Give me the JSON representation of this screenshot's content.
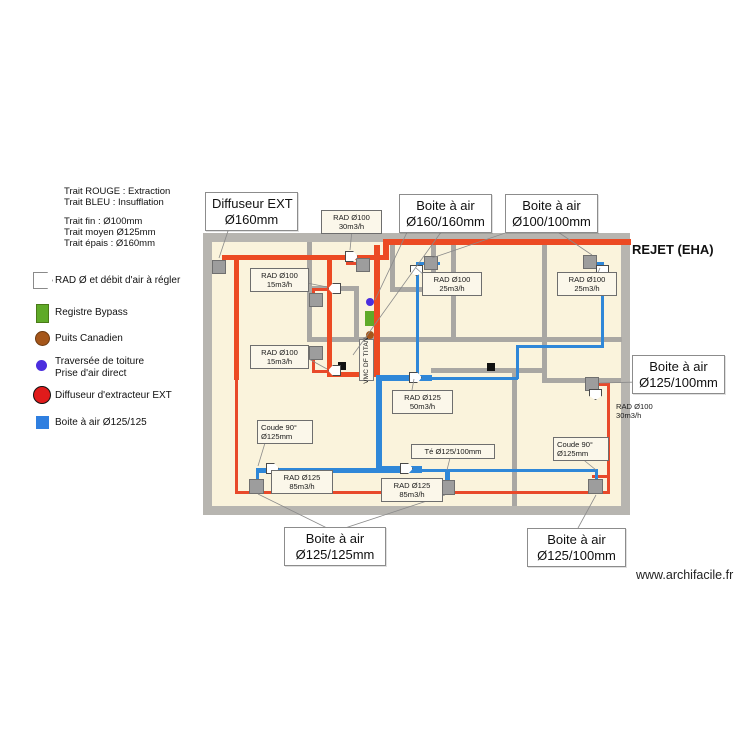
{
  "legend": {
    "line_notes": [
      "Trait ROUGE : Extraction",
      "Trait BLEU : Insufflation"
    ],
    "diameter_notes": [
      "Trait fin : Ø100mm",
      "Trait moyen Ø125mm",
      "Trait épais : Ø160mm"
    ],
    "items": [
      {
        "symbol": "rad-arrow-outline",
        "label": "RAD Ø et débit d'air à régler",
        "color": "#ffffff"
      },
      {
        "symbol": "green-rectangle",
        "label": "Registre Bypass",
        "color": "#5faa28"
      },
      {
        "symbol": "brown-circle",
        "label": "Puits Canadien",
        "color": "#a5561a"
      },
      {
        "symbol": "violet-circle",
        "label": "Traversée de toiture\nPrise d'air direct",
        "color": "#4b2ede"
      },
      {
        "symbol": "red-circle",
        "label": "Diffuseur d'extracteur EXT",
        "color": "#e01b1b"
      },
      {
        "symbol": "blue-square",
        "label": "Boite à air Ø125/125",
        "color": "#2f7fe0"
      }
    ]
  },
  "callouts": [
    {
      "id": "diffuseur-ext",
      "text": "Diffuseur EXT\nØ160mm"
    },
    {
      "id": "boite-160-160",
      "text": "Boite à air\nØ160/160mm"
    },
    {
      "id": "boite-100-100",
      "text": "Boite à air\nØ100/100mm"
    },
    {
      "id": "boite-125-100-r",
      "text": "Boite à air\nØ125/100mm"
    },
    {
      "id": "boite-125-125-b",
      "text": "Boite à air\nØ125/125mm"
    },
    {
      "id": "boite-125-100-b",
      "text": "Boite à air\nØ125/100mm"
    }
  ],
  "plan_labels": [
    {
      "id": "rad-tl-30",
      "text": "RAD Ø100\n30m3/h"
    },
    {
      "id": "rad-l1-15",
      "text": "RAD Ø100\n15m3/h"
    },
    {
      "id": "rad-l2-15",
      "text": "RAD Ø100\n15m3/h"
    },
    {
      "id": "rad-c-25",
      "text": "RAD Ø100\n25m3/h"
    },
    {
      "id": "rad-r-25",
      "text": "RAD Ø100\n25m3/h"
    },
    {
      "id": "rad-mid-50",
      "text": "RAD Ø125\n50m3/h"
    },
    {
      "id": "rad-bl-85",
      "text": "RAD Ø125\n85m3/h"
    },
    {
      "id": "rad-bm-85",
      "text": "RAD Ø125\n85m3/h"
    },
    {
      "id": "rad-rr-30",
      "text": "RAD Ø100\n30m3/h"
    },
    {
      "id": "coude-left",
      "text": "Coude 90°\nØ125mm"
    },
    {
      "id": "coude-right",
      "text": "Coude 90°\nØ125mm"
    },
    {
      "id": "te-125-100",
      "text": "Té Ø125/100mm"
    }
  ],
  "vmc_tag": {
    "text": "VMC DF TITAN"
  },
  "annotations": {
    "rejet": "REJET (EHA)",
    "website": "www.archifacile.fr"
  },
  "colors": {
    "extraction_red": "#ec4a23",
    "insufflation_blue": "#2f87d8",
    "wall_grey": "#a9a7a3",
    "floor_cream": "#faf3dc",
    "outer_wall": "#b7b5b0",
    "box_grey": "#9d9d9d"
  }
}
